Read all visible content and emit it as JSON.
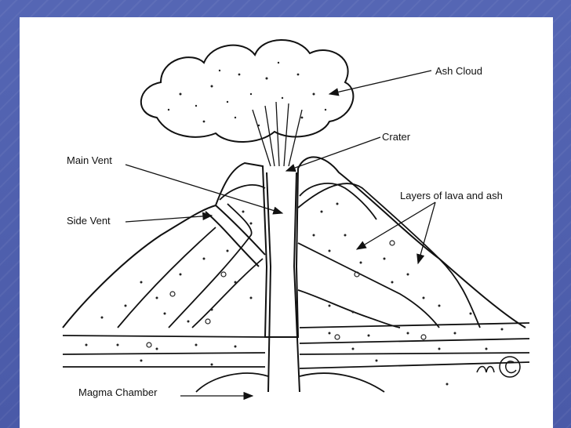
{
  "diagram": {
    "labels": {
      "ash_cloud": "Ash Cloud",
      "crater": "Crater",
      "main_vent": "Main Vent",
      "side_vent": "Side Vent",
      "layers": "Layers of lava and ash",
      "magma_chamber": "Magma Chamber"
    },
    "signature": "mc"
  },
  "colors": {
    "slide_bg": "#4a5aa8",
    "panel": "#ffffff",
    "ink": "#111111"
  }
}
